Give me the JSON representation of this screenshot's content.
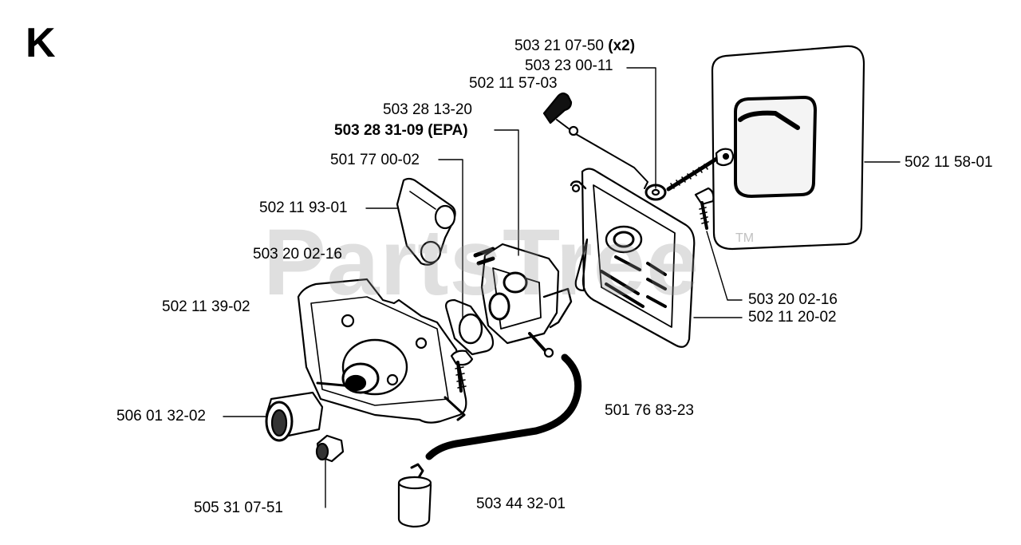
{
  "section_letter": "K",
  "watermark": {
    "text": "PartsTree",
    "tm": "TM"
  },
  "labels": {
    "screw_x2_num": "503 21 07-50",
    "screw_x2_qty": "(x2)",
    "washer": "503 23 00-11",
    "choke_rod": "502 11 57-03",
    "carb": "503 28 13-20",
    "carb_epa": "503 28 31-09 (EPA)",
    "gasket": "501 77 00-02",
    "intake_boot": "502 11 93-01",
    "screw_left": "503 20 02-16",
    "carb_housing": "502 11 39-02",
    "sleeve": "506 01 32-02",
    "small_sleeve": "505 31 07-51",
    "fuel_filter": "503 44 32-01",
    "fuel_line": "501 76 83-23",
    "air_filter": "502 11 58-01",
    "screw_right": "503 20 02-16",
    "filter_holder": "502 11 20-02"
  }
}
